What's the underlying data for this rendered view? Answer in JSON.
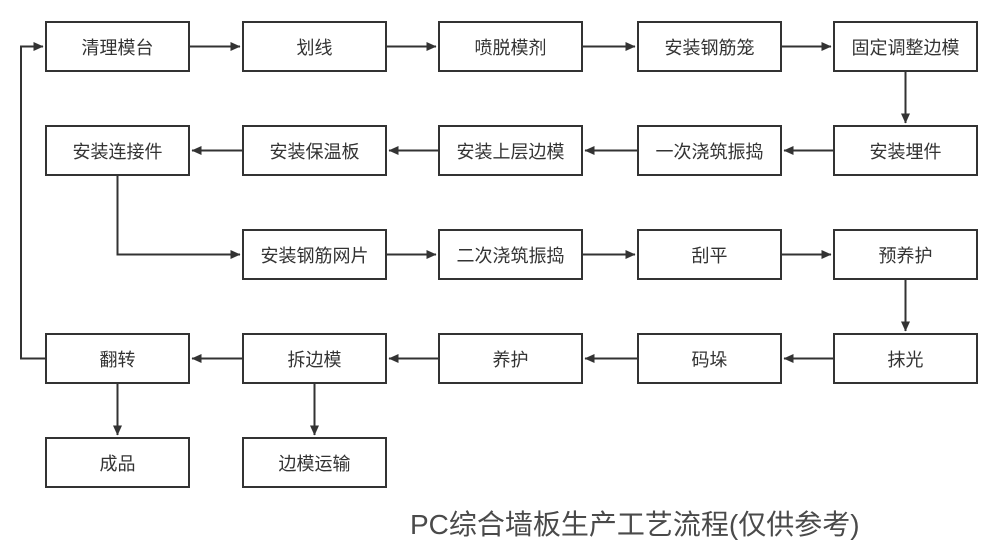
{
  "diagram": {
    "title": "PC综合墙板生产工艺流程(仅供参考)",
    "nodes": [
      {
        "id": "clean-mold-table",
        "label": "清理模台"
      },
      {
        "id": "marking",
        "label": "划线"
      },
      {
        "id": "spray-release-agent",
        "label": "喷脱模剂"
      },
      {
        "id": "install-rebar-cage",
        "label": "安装钢筋笼"
      },
      {
        "id": "fix-adjust-side-mold",
        "label": "固定调整边模"
      },
      {
        "id": "install-connectors",
        "label": "安装连接件"
      },
      {
        "id": "install-insulation",
        "label": "安装保温板"
      },
      {
        "id": "install-upper-mold",
        "label": "安装上层边模"
      },
      {
        "id": "first-pour-vibrate",
        "label": "一次浇筑振捣"
      },
      {
        "id": "install-embeds",
        "label": "安装埋件"
      },
      {
        "id": "install-rebar-mesh",
        "label": "安装钢筋网片"
      },
      {
        "id": "second-pour-vibrate",
        "label": "二次浇筑振捣"
      },
      {
        "id": "scrape-level",
        "label": "刮平"
      },
      {
        "id": "pre-curing",
        "label": "预养护"
      },
      {
        "id": "flip",
        "label": "翻转"
      },
      {
        "id": "remove-side-mold",
        "label": "拆边模"
      },
      {
        "id": "curing",
        "label": "养护"
      },
      {
        "id": "stacking",
        "label": "码垛"
      },
      {
        "id": "trowel-polish",
        "label": "抹光"
      },
      {
        "id": "finished-product",
        "label": "成品"
      },
      {
        "id": "side-mold-transport",
        "label": "边模运输"
      }
    ],
    "connections": [
      {
        "from": "clean-mold-table",
        "to": "marking"
      },
      {
        "from": "marking",
        "to": "spray-release-agent"
      },
      {
        "from": "spray-release-agent",
        "to": "install-rebar-cage"
      },
      {
        "from": "install-rebar-cage",
        "to": "fix-adjust-side-mold"
      },
      {
        "from": "fix-adjust-side-mold",
        "to": "install-embeds"
      },
      {
        "from": "install-embeds",
        "to": "first-pour-vibrate"
      },
      {
        "from": "first-pour-vibrate",
        "to": "install-upper-mold"
      },
      {
        "from": "install-upper-mold",
        "to": "install-insulation"
      },
      {
        "from": "install-insulation",
        "to": "install-connectors"
      },
      {
        "from": "install-connectors",
        "to": "install-rebar-mesh"
      },
      {
        "from": "install-rebar-mesh",
        "to": "second-pour-vibrate"
      },
      {
        "from": "second-pour-vibrate",
        "to": "scrape-level"
      },
      {
        "from": "scrape-level",
        "to": "pre-curing"
      },
      {
        "from": "pre-curing",
        "to": "trowel-polish"
      },
      {
        "from": "trowel-polish",
        "to": "stacking"
      },
      {
        "from": "stacking",
        "to": "curing"
      },
      {
        "from": "curing",
        "to": "remove-side-mold"
      },
      {
        "from": "remove-side-mold",
        "to": "flip"
      },
      {
        "from": "flip",
        "to": "clean-mold-table"
      },
      {
        "from": "flip",
        "to": "finished-product"
      },
      {
        "from": "remove-side-mold",
        "to": "side-mold-transport"
      }
    ],
    "colors": {
      "line": "#333333",
      "box_border": "#333333",
      "box_fill": "#ffffff",
      "text": "#333333",
      "title_text": "#4a4a4a",
      "background": "#ffffff"
    }
  }
}
